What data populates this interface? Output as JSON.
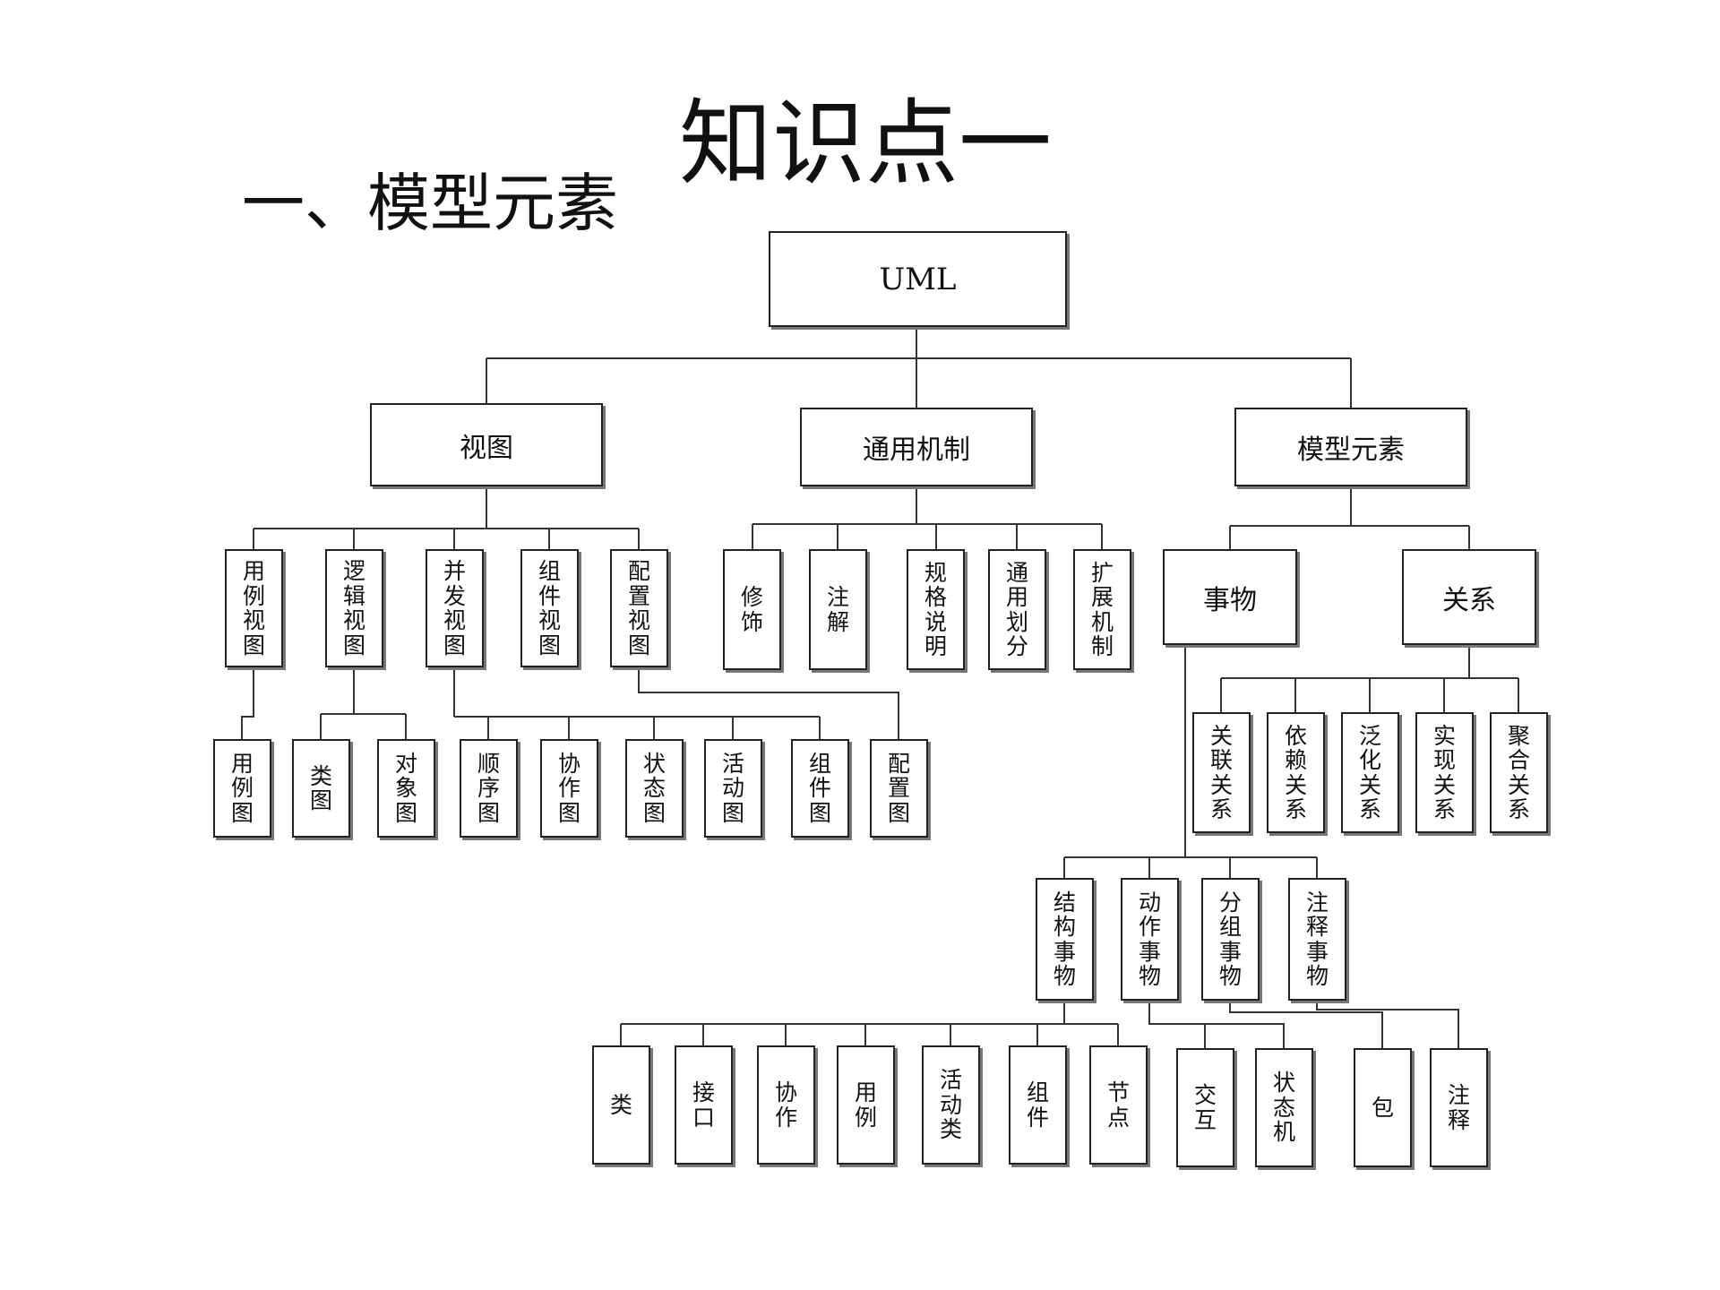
{
  "title": "知识点一",
  "subtitle": "一、模型元素",
  "diagram": {
    "root": "UML",
    "categories": [
      "视图",
      "通用机制",
      "模型元素"
    ],
    "views": [
      "用例视图",
      "逻辑视图",
      "并发视图",
      "组件视图",
      "配置视图"
    ],
    "view_diagrams": [
      "用例图",
      "类图",
      "对象图",
      "顺序图",
      "协作图",
      "状态图",
      "活动图",
      "组件图",
      "配置图"
    ],
    "mechanisms": [
      "修饰",
      "注解",
      "规格说明",
      "通用划分",
      "扩展机制"
    ],
    "model_element_kinds": [
      "事物",
      "关系"
    ],
    "relations": [
      "关联关系",
      "依赖关系",
      "泛化关系",
      "实现关系",
      "聚合关系"
    ],
    "things": [
      "结构事物",
      "动作事物",
      "分组事物",
      "注释事物"
    ],
    "thing_items": [
      "类",
      "接口",
      "协作",
      "用例",
      "活动类",
      "组件",
      "节点",
      "交互",
      "状态机",
      "包",
      "注释"
    ]
  }
}
